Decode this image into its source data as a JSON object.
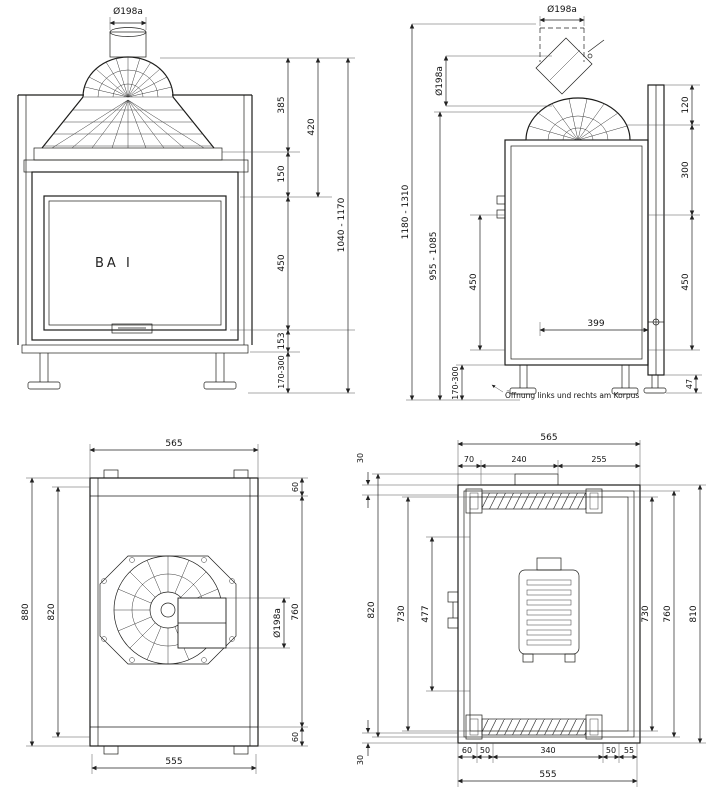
{
  "colors": {
    "line": "#1d1d1b",
    "background": "#ffffff"
  },
  "views": {
    "front": {
      "product_label": "BA I",
      "dims": {
        "flue": "Ø198a",
        "h385": "385",
        "h420": "420",
        "h150": "150",
        "h450": "450",
        "h153": "153",
        "feet": "170-300",
        "total": "1040 - 1170"
      }
    },
    "side": {
      "note": "Öffnung links und rechts am Korpus",
      "dims": {
        "flue_top": "Ø198a",
        "flue_side": "Ø198a",
        "h120": "120",
        "h300": "300",
        "h450_right": "450",
        "h450_left": "450",
        "total": "1180 - 1310",
        "body": "955 - 1085",
        "feet": "170-300",
        "depth399": "399",
        "h47": "47"
      }
    },
    "top": {
      "dims": {
        "w565": "565",
        "top60": "60",
        "bottom60": "60",
        "h880": "880",
        "h820": "820",
        "h760": "760",
        "flue": "Ø198a",
        "w555": "555"
      }
    },
    "plan": {
      "dims": {
        "w565": "565",
        "s70": "70",
        "s240": "240",
        "s255": "255",
        "top30": "30",
        "bottom30": "30",
        "h820": "820",
        "h730_left": "730",
        "h477": "477",
        "h730_right": "730",
        "h760": "760",
        "h810": "810",
        "s60": "60",
        "s50_left": "50",
        "s340": "340",
        "s50_right": "50",
        "s55": "55",
        "w555": "555"
      }
    }
  }
}
